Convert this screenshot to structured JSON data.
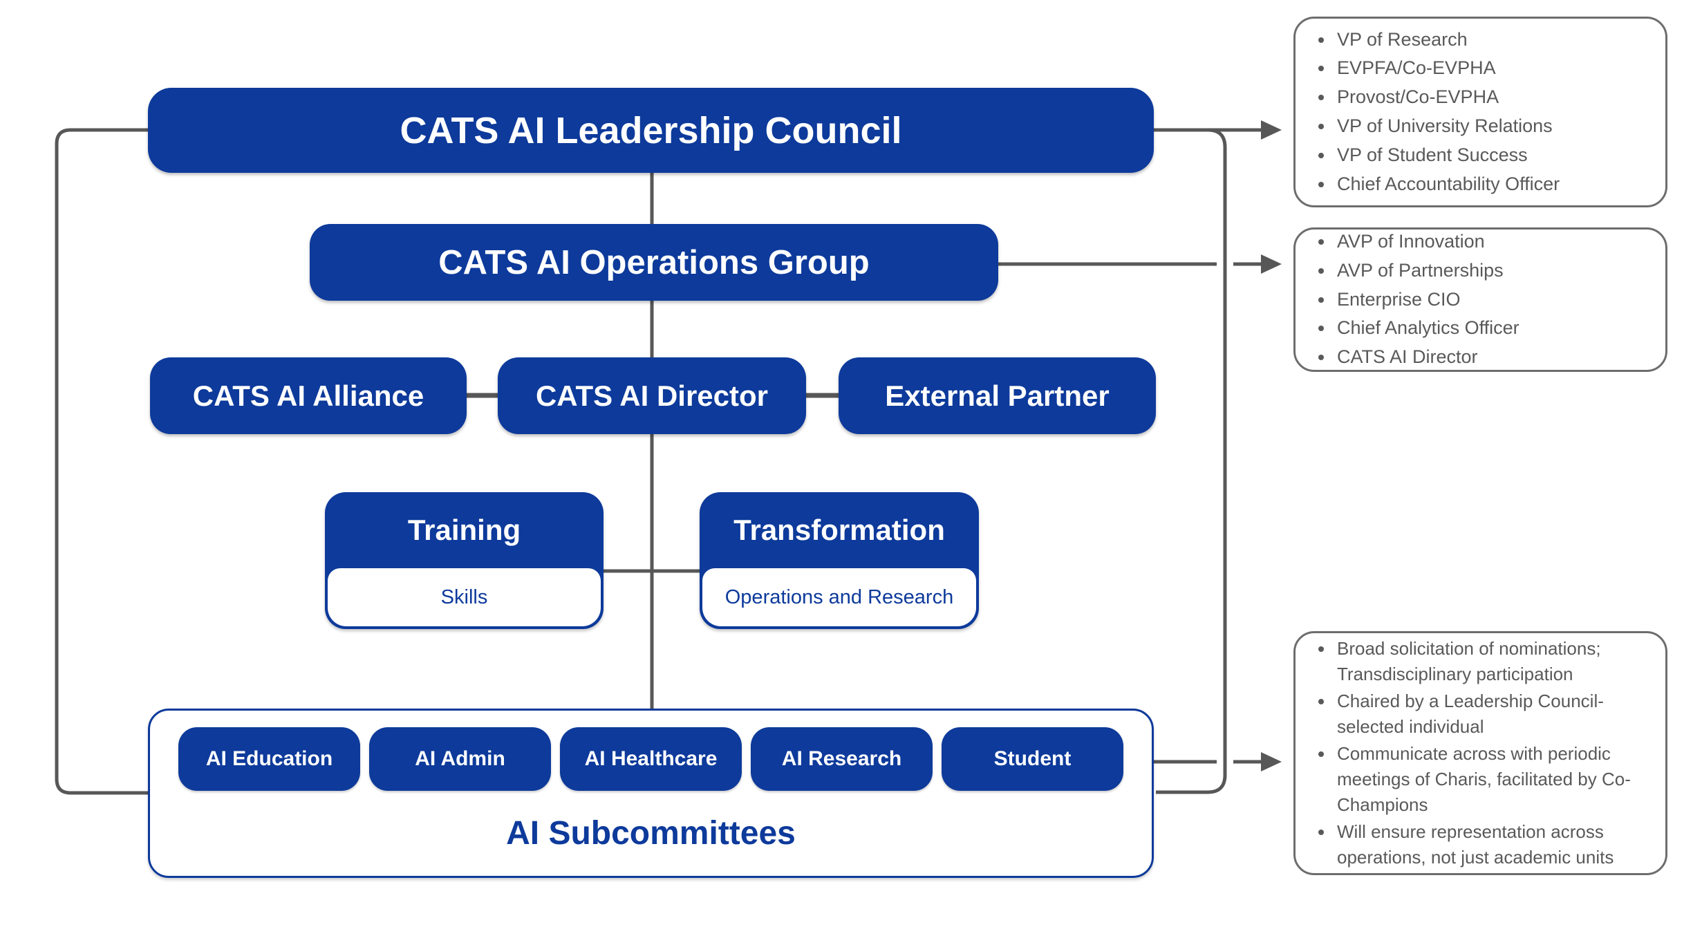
{
  "colors": {
    "box_blue": "#0d3a9b",
    "line_gray": "#575757",
    "border_gray": "#6d6d6d",
    "text_gray": "#595959",
    "background": "#ffffff"
  },
  "nodes": {
    "leadership": {
      "label": "CATS AI Leadership Council"
    },
    "operations": {
      "label": "CATS AI Operations Group"
    },
    "alliance": {
      "label": "CATS AI Alliance"
    },
    "director": {
      "label": "CATS AI Director"
    },
    "external": {
      "label": "External Partner"
    },
    "training": {
      "label": "Training",
      "sublabel": "Skills"
    },
    "transformation": {
      "label": "Transformation",
      "sublabel": "Operations and Research"
    },
    "subcommittees": {
      "title": "AI Subcommittees",
      "items": [
        "AI Education",
        "AI Admin",
        "AI Healthcare",
        "AI Research",
        "Student"
      ]
    }
  },
  "callouts": {
    "leadership_members": [
      "VP of Research",
      "EVPFA/Co-EVPHA",
      "Provost/Co-EVPHA",
      "VP of University Relations",
      "VP of Student Success",
      "Chief Accountability Officer"
    ],
    "operations_members": [
      "AVP of Innovation",
      "AVP of Partnerships",
      "Enterprise CIO",
      "Chief Analytics Officer",
      "CATS AI Director"
    ],
    "subcommittee_notes": [
      "Broad solicitation of nominations; Transdisciplinary participation",
      "Chaired by a Leadership Council-selected individual",
      "Communicate across with periodic meetings of Charis, facilitated by Co-Champions",
      "Will ensure representation across operations, not just academic units"
    ]
  }
}
